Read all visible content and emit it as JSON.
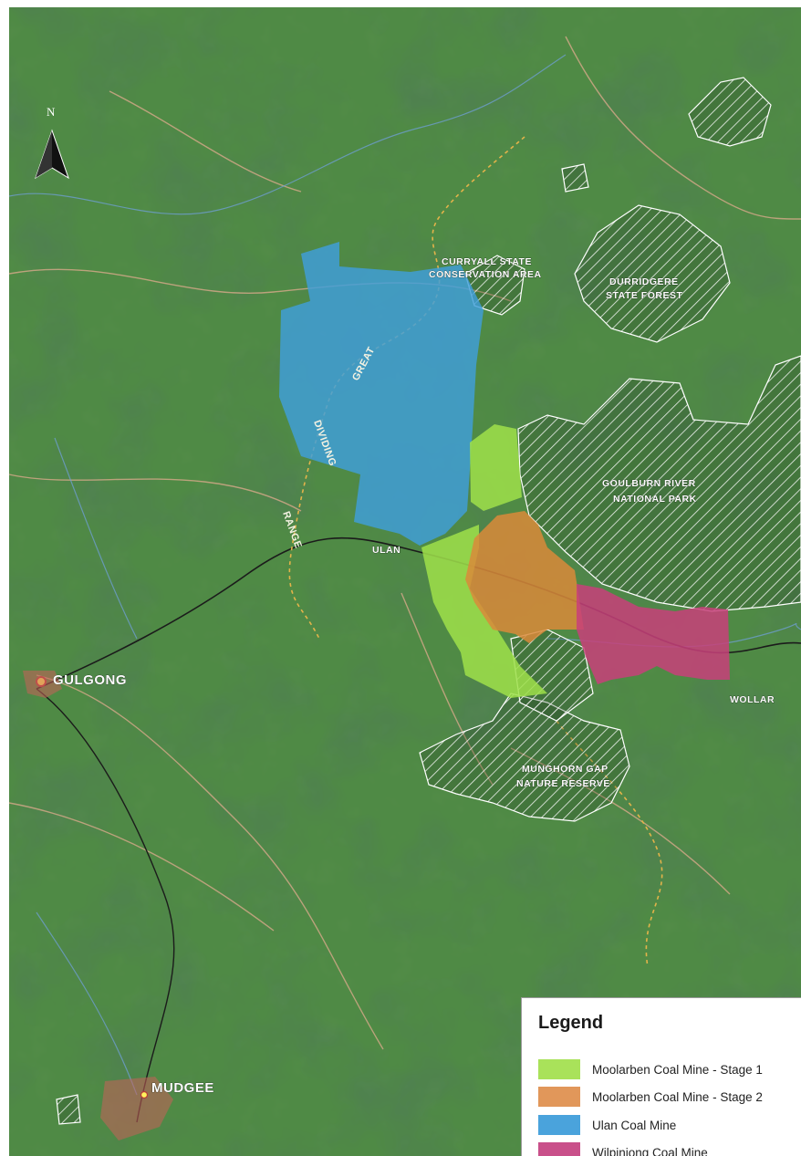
{
  "map": {
    "north_label": "N",
    "labels": {
      "gulgong": "GULGONG",
      "mudgee": "MUDGEE",
      "ulan": "ULAN",
      "wollar": "WOLLAR",
      "durridgere_1": "DURRIDGERE",
      "durridgere_2": "STATE FOREST",
      "goulburn_1": "GOULBURN RIVER",
      "goulburn_2": "NATIONAL PARK",
      "munghorn_1": "MUNGHORN GAP",
      "munghorn_2": "NATURE RESERVE",
      "curryall_1": "CURRYALL STATE",
      "curryall_2": "CONSERVATION AREA",
      "range_1": "GREAT",
      "range_2": "DIVIDING",
      "range_3": "RANGE"
    },
    "colors": {
      "moolarben_stage1": "#9fe04a",
      "moolarben_stage2": "#d98a3a",
      "ulan": "#3f9fdc",
      "wilpinjong": "#c8407a",
      "hatch": "#ffffff"
    }
  },
  "legend": {
    "title": "Legend",
    "items": [
      {
        "label": "Moolarben Coal Mine - Stage 1",
        "color": "#a9e25a"
      },
      {
        "label": "Moolarben Coal Mine - Stage 2",
        "color": "#e1975a"
      },
      {
        "label": "Ulan Coal Mine",
        "color": "#4aa3dc"
      },
      {
        "label": "Wilpinjong Coal Mine",
        "color": "#c9508a"
      }
    ]
  }
}
